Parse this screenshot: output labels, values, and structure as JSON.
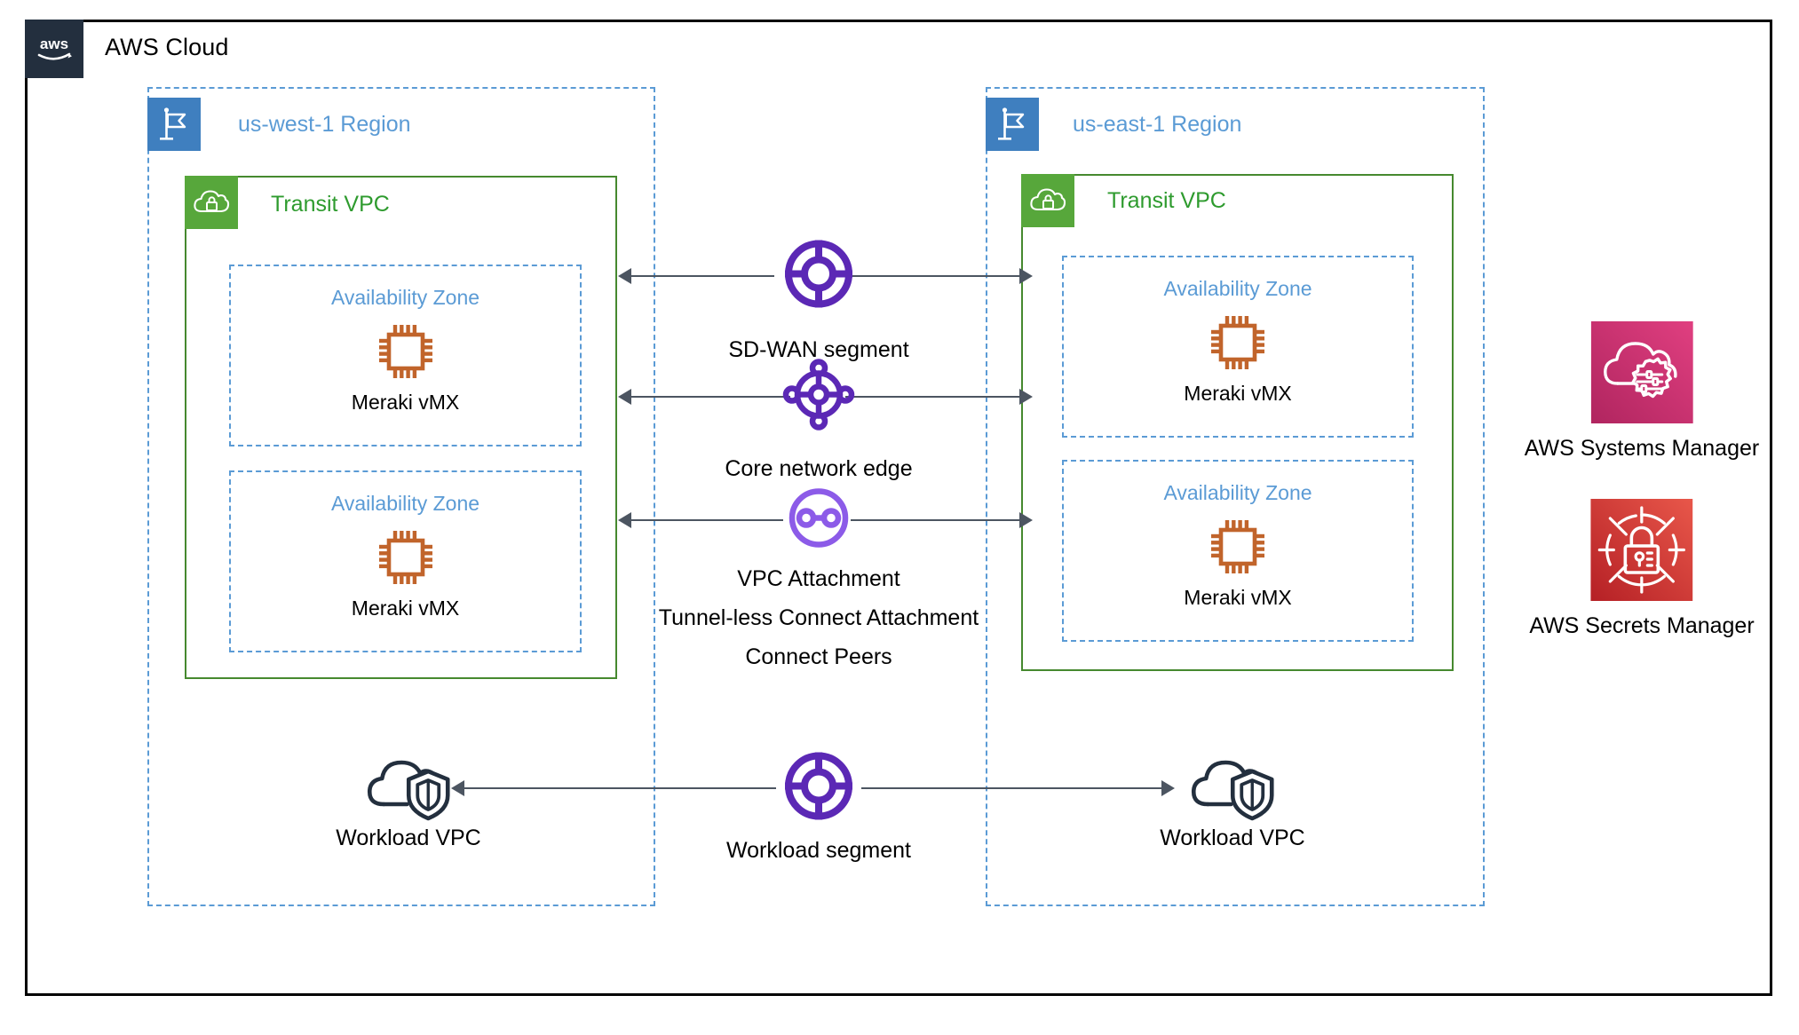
{
  "cloud": {
    "title": "AWS Cloud",
    "logo_icon": "aws-logo-icon",
    "border_color": "#000000"
  },
  "regions": [
    {
      "id": "us-west-1",
      "title": "us-west-1 Region",
      "icon": "region-flag-icon",
      "badge_color": "#3F7FBF",
      "border_color": "#5B9BD5",
      "transit_vpc": {
        "title": "Transit VPC",
        "icon": "vpc-cloud-lock-icon",
        "badge_color": "#57A73B",
        "title_color": "#2E9B2E",
        "availability_zones": [
          {
            "title": "Availability Zone",
            "node_label": "Meraki vMX",
            "node_icon": "chip-icon"
          },
          {
            "title": "Availability Zone",
            "node_label": "Meraki vMX",
            "node_icon": "chip-icon"
          }
        ]
      },
      "workload_vpc": {
        "label": "Workload VPC",
        "icon": "cloud-shield-icon"
      }
    },
    {
      "id": "us-east-1",
      "title": "us-east-1 Region",
      "icon": "region-flag-icon",
      "badge_color": "#3F7FBF",
      "border_color": "#5B9BD5",
      "transit_vpc": {
        "title": "Transit VPC",
        "icon": "vpc-cloud-lock-icon",
        "badge_color": "#57A73B",
        "title_color": "#2E9B2E",
        "availability_zones": [
          {
            "title": "Availability Zone",
            "node_label": "Meraki vMX",
            "node_icon": "chip-icon"
          },
          {
            "title": "Availability Zone",
            "node_label": "Meraki vMX",
            "node_icon": "chip-icon"
          }
        ]
      },
      "workload_vpc": {
        "label": "Workload VPC",
        "icon": "cloud-shield-icon"
      }
    }
  ],
  "center_segments": [
    {
      "id": "sdwan",
      "icon": "segment-quadrant-icon",
      "icon_color": "#5B28B5",
      "labels": [
        "SD-WAN segment"
      ]
    },
    {
      "id": "core-network-edge",
      "icon": "core-network-edge-icon",
      "icon_color": "#5B28B5",
      "labels": [
        "Core network edge"
      ]
    },
    {
      "id": "vpc-attachment",
      "icon": "vpc-attachment-icon",
      "icon_color": "#8C5BE8",
      "labels": [
        "VPC Attachment",
        "Tunnel-less Connect Attachment",
        "Connect Peers"
      ]
    },
    {
      "id": "workload-segment",
      "icon": "segment-quadrant-icon",
      "icon_color": "#5B28B5",
      "labels": [
        "Workload segment"
      ]
    }
  ],
  "services": [
    {
      "id": "systems-manager",
      "label": "AWS Systems Manager",
      "icon": "systems-manager-icon",
      "color_from": "#B0255F",
      "color_to": "#E03F80"
    },
    {
      "id": "secrets-manager",
      "label": "AWS Secrets Manager",
      "icon": "secrets-manager-icon",
      "color_from": "#B52025",
      "color_to": "#E8574A"
    }
  ],
  "connector_color": "#4C5561"
}
